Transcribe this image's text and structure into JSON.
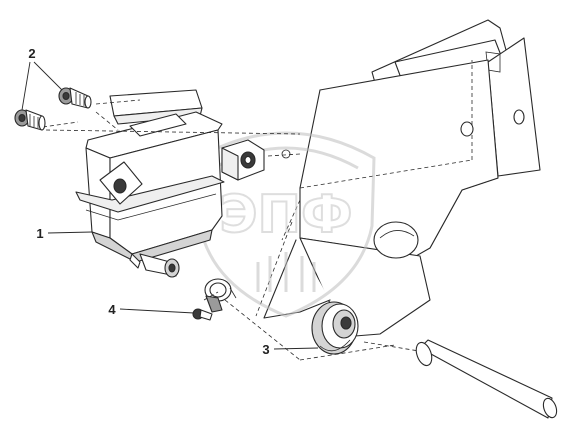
{
  "diagram": {
    "callouts": [
      {
        "label": "1",
        "part": "reservoir"
      },
      {
        "label": "2",
        "part": "bolts"
      },
      {
        "label": "3",
        "part": "grommet"
      },
      {
        "label": "4",
        "part": "hose-clamp"
      }
    ],
    "watermark": {
      "text": "ЭПФ"
    }
  }
}
